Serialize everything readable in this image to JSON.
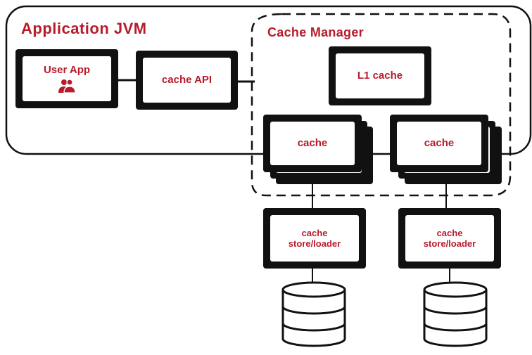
{
  "jvm": {
    "title": "Application JVM"
  },
  "cache_manager": {
    "title": "Cache Manager"
  },
  "user_app": {
    "label": "User App",
    "icon": "users-icon"
  },
  "cache_api": {
    "label": "cache API"
  },
  "l1_cache": {
    "label": "L1 cache"
  },
  "caches": [
    {
      "label": "cache"
    },
    {
      "label": "cache"
    }
  ],
  "stores": [
    {
      "line1": "cache",
      "line2": "store/loader"
    },
    {
      "line1": "cache",
      "line2": "store/loader"
    }
  ],
  "databases": [
    {
      "icon": "database-icon"
    },
    {
      "icon": "database-icon"
    }
  ],
  "colors": {
    "accent": "#b71c2b",
    "box": "#111111"
  }
}
